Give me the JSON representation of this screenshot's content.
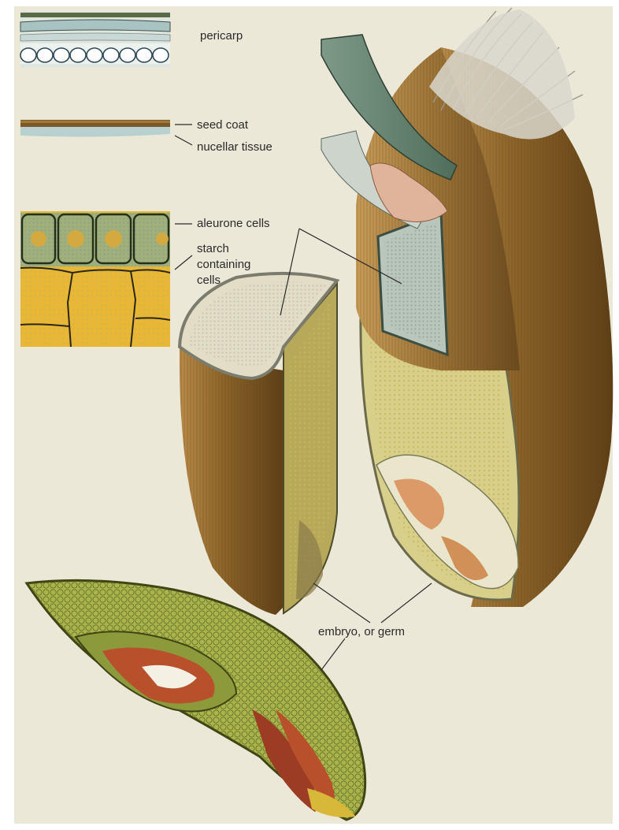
{
  "labels": {
    "pericarp": "pericarp",
    "seed_coat": "seed coat",
    "nucellar_tissue": "nucellar tissue",
    "aleurone_cells": "aleurone cells",
    "starch_line1": "starch",
    "starch_line2": "containing",
    "starch_line3": "cells",
    "embryo": "embryo, or germ"
  },
  "colors": {
    "paper": "#ece8d8",
    "bran": "#9a7236",
    "bran_dark": "#6b4a1e",
    "starch_yellow": "#e8b830",
    "aleurone_green": "#4f6e50",
    "endosperm": "#e2ddc6",
    "embryo_red": "#b8502c",
    "embryo_green": "#7a8a38"
  }
}
